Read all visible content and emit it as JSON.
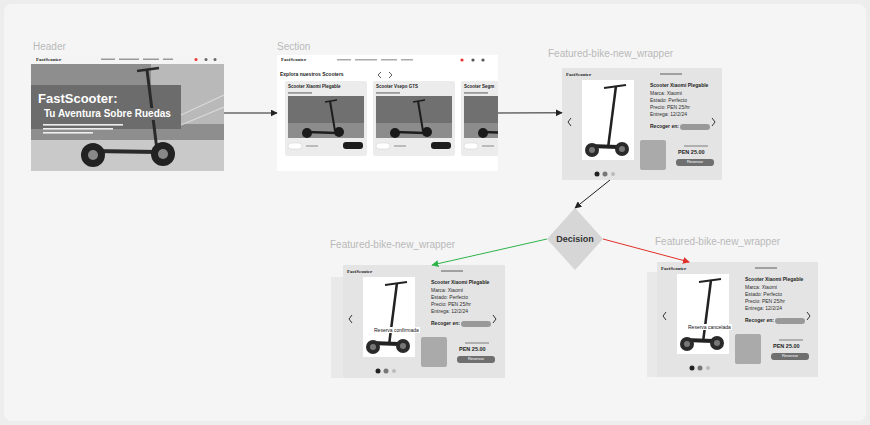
{
  "diagram": {
    "nodes": [
      {
        "text": [
          "Header",
          "FastScooter",
          "FastScooter:",
          "Tu Aventura Sobre Ruedas"
        ]
      },
      {
        "text": [
          "Section",
          "FastScooter",
          "Explora nuestros Scooters"
        ]
      },
      {
        "text": [
          "Scooter Xiaomi Plegable"
        ],
        "in": 1
      },
      {
        "text": [
          "Scooter Vsepo GTS"
        ],
        "in": 1
      },
      {
        "text": [
          "Scooter Segm"
        ],
        "in": 1
      },
      {
        "text": [
          "Featured-bike-new_wrapper",
          "FastScooter",
          "Scooter Xiaomi Plegable",
          "Marca: Xiaomi",
          "Estado: Perfecto",
          "Precio: PEN 25/hr",
          "Entrega: 12/2/24",
          "Recoger en:",
          "PEN 25.00",
          "Reservar"
        ]
      },
      {
        "text": [
          "Decision"
        ]
      },
      {
        "text": [
          "Featured-bike-new_wrapper",
          "FastScooter",
          "Scooter Xiaomi Plegable",
          "Marca: Xiaomi",
          "Estado: Perfecto",
          "Precio: PEN 25/hr",
          "Entrega: 12/2/24",
          "Recoger en:",
          "PEN 25.00",
          "Reservar",
          "Reserva confirmada"
        ]
      },
      {
        "text": [
          "Featured-bike-new_wrapper",
          "FastScooter",
          "Scooter Xiaomi Plegable",
          "Marca: Xiaomi",
          "Estado: Perfecto",
          "Precio: PEN 25/hr",
          "Entrega: 12/2/24",
          "Recoger en:",
          "PEN 25.00",
          "Reservar",
          "Reserva cancelada"
        ]
      }
    ],
    "edges": [
      {
        "from": 0,
        "to": 1,
        "arrow": "to"
      },
      {
        "from": 1,
        "to": 5,
        "arrow": "to"
      },
      {
        "from": 5,
        "to": 6,
        "arrow": "to"
      },
      {
        "from": 6,
        "to": 7,
        "arrow": "to"
      },
      {
        "from": 6,
        "to": 8,
        "arrow": "to"
      }
    ]
  }
}
